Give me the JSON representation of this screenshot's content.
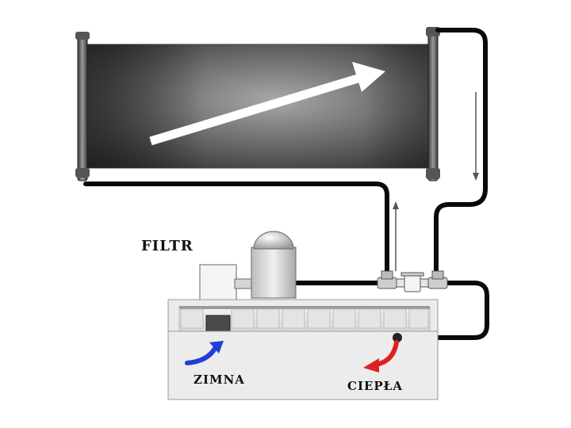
{
  "labels": {
    "filter": "FILTR",
    "cold": "ZIMNA",
    "warm": "CIEPŁA"
  },
  "colors": {
    "cold_arrow": "#1f3fd8",
    "warm_arrow": "#e02020",
    "pipe": "#0a0a0a",
    "panel_dark": "#2a2a2a",
    "panel_light": "#8c8c8c"
  },
  "icons": {
    "flow_arrow": "arrow-right-up",
    "down_arrow": "arrow-down",
    "up_arrow": "arrow-up"
  }
}
